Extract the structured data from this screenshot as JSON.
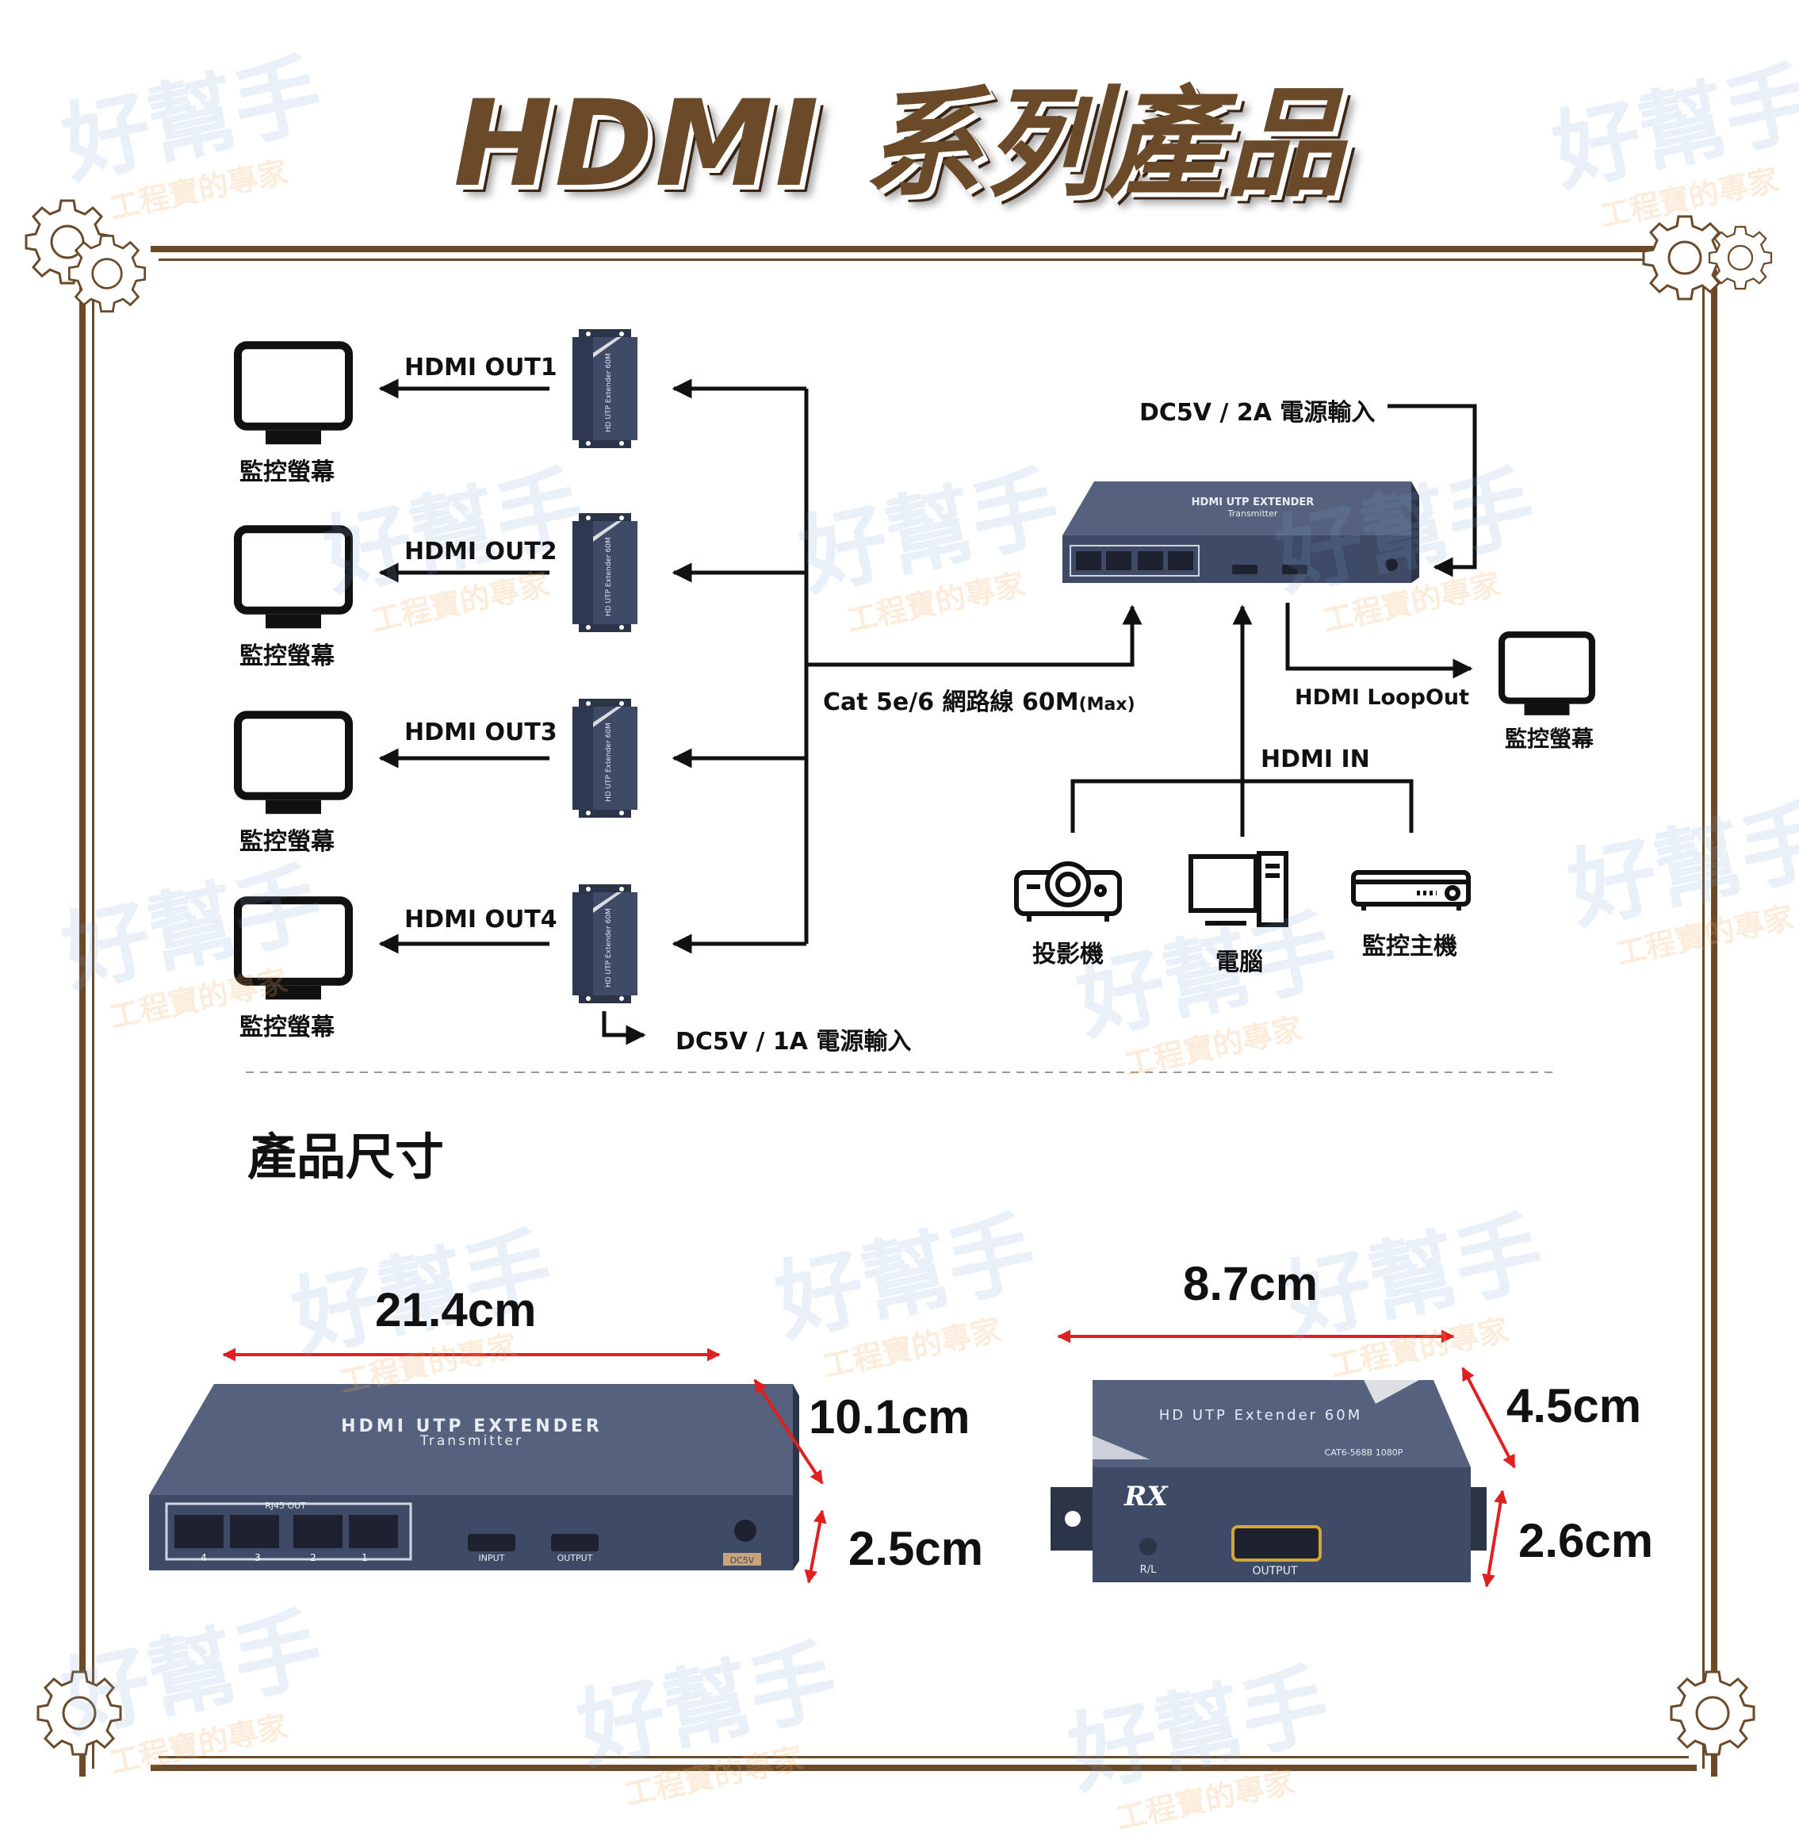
{
  "page": {
    "title": "HDMI 系列產品"
  },
  "watermark": {
    "brand": "好幫手",
    "slogan": "工程寶的專家"
  },
  "diagram": {
    "outputs": [
      {
        "label": "HDMI OUT1",
        "monitor": "監控螢幕"
      },
      {
        "label": "HDMI OUT2",
        "monitor": "監控螢幕"
      },
      {
        "label": "HDMI OUT3",
        "monitor": "監控螢幕"
      },
      {
        "label": "HDMI OUT4",
        "monitor": "監控螢幕"
      }
    ],
    "receiver_power": "DC5V / 1A 電源輸入",
    "transmitter_power": "DC5V / 2A 電源輸入",
    "cable": {
      "main": "Cat 5e/6 網路線 60M",
      "suffix": "(Max)"
    },
    "loopout": {
      "label": "HDMI LoopOut",
      "monitor": "監控螢幕"
    },
    "hdmi_in": {
      "label": "HDMI IN",
      "sources": [
        {
          "label": "投影機"
        },
        {
          "label": "電腦"
        },
        {
          "label": "監控主機"
        }
      ]
    },
    "transmitter_device": {
      "title": "HDMI UTP EXTENDER",
      "subtitle": "Transmitter",
      "port_header": "RJ45  OUT",
      "ports": [
        "4",
        "3",
        "2",
        "1"
      ],
      "input_label": "INPUT",
      "output_label": "OUTPUT",
      "dc_label": "DC5V"
    },
    "receiver_device": {
      "title": "HD UTP Extender 60M",
      "subtitle": "CAT6-568B  1080P",
      "badge": "RX",
      "rl_label": "R/L",
      "output_label": "OUTPUT"
    }
  },
  "dimensions": {
    "section_title": "產品尺寸",
    "transmitter": {
      "length": "21.4cm",
      "depth": "10.1cm",
      "height": "2.5cm"
    },
    "receiver": {
      "length": "8.7cm",
      "depth": "4.5cm",
      "height": "2.6cm"
    }
  },
  "colors": {
    "frame": "#6b4a2a",
    "device_body": "#3e4a66",
    "device_top": "#56617d",
    "dimension_arrow": "#e02020",
    "text": "#111111"
  }
}
